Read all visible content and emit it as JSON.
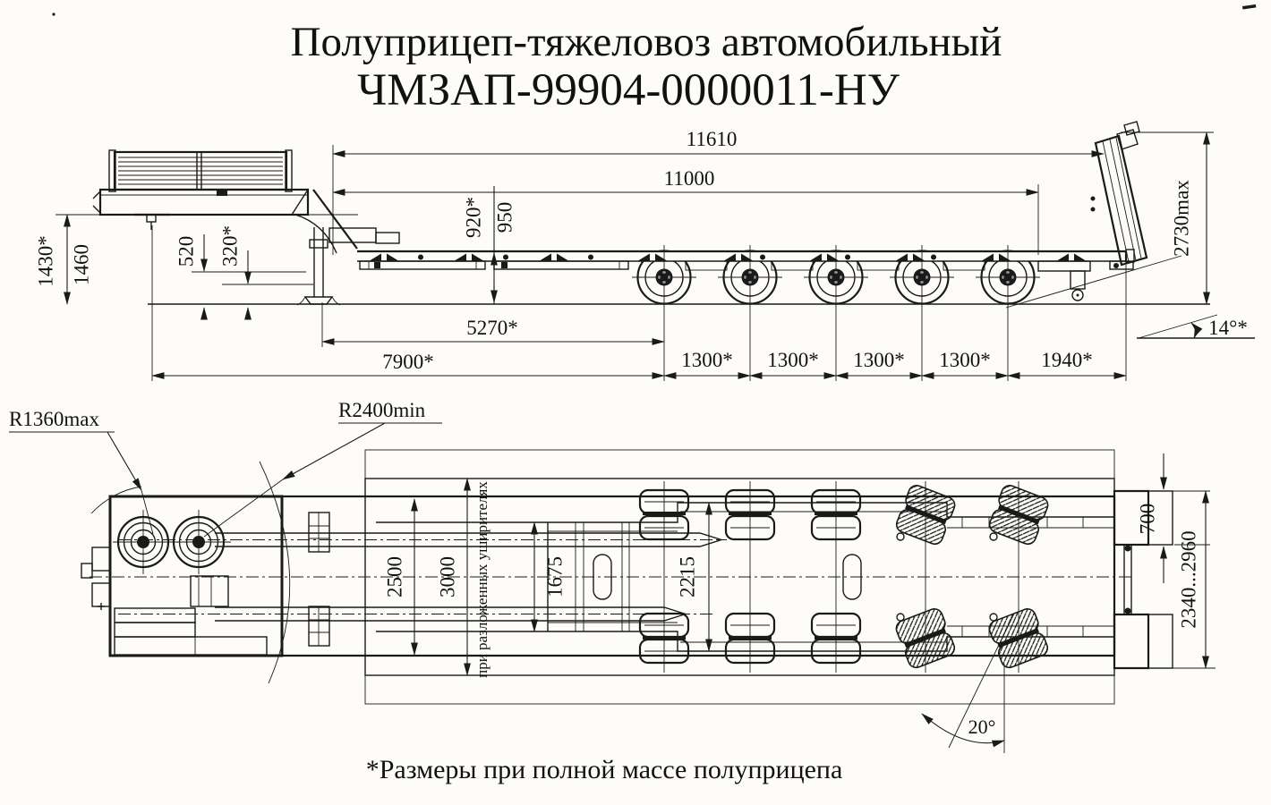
{
  "colors": {
    "ink": "#1a1a1a",
    "paper": "#fdfcf8"
  },
  "title": {
    "line1": "Полуприцеп-тяжеловоз автомобильный",
    "line2": "ЧМЗАП-99904-0000011-НУ"
  },
  "footnote": "*Размеры при полной массе полуприцепа",
  "side_view": {
    "dims": {
      "overall_length": "11610",
      "platform_length": "11000",
      "loading_height_laden": "920*",
      "loading_height": "950",
      "coupling_height_laden": "1430*",
      "coupling_height": "1460",
      "gooseneck_clearance": "520",
      "gooseneck_clearance_laden": "320*",
      "support_to_first_axle": "5270*",
      "kingpin_to_first_axle": "7900*",
      "axle_spacings": [
        "1300*",
        "1300*",
        "1300*",
        "1300*"
      ],
      "rear_overhang": "1940*",
      "ramp_height": "2730max",
      "ramp_angle": "14°*"
    }
  },
  "plan_view": {
    "dims": {
      "swing_radius_max": "R1360max",
      "swing_radius_min": "R2400min",
      "platform_width": "2500",
      "width_with_extensions": "3000",
      "extensions_note": "при разложенных уширителях",
      "frame_width_front": "1675",
      "frame_width_rear": "2215",
      "ramp_width": "700",
      "ramp_track": "2340...2960",
      "wheel_steer_angle": "20°"
    }
  }
}
